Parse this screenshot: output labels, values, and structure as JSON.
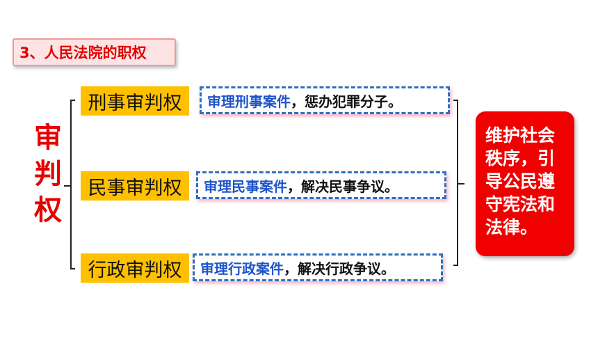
{
  "section_title": "3、人民法院的职权",
  "main_label": [
    "审",
    "判",
    "权"
  ],
  "powers": [
    {
      "name": "刑事审判权",
      "desc_blue": "审理刑事案件",
      "desc_black": "，惩办犯罪分子。"
    },
    {
      "name": "民事审判权",
      "desc_blue": "审理民事案件",
      "desc_black": "，解决民事争议。"
    },
    {
      "name": "行政审判权",
      "desc_blue": "审理行政案件",
      "desc_black": "，解决行政争议。"
    }
  ],
  "role_text": "维护社会秩序，引导公民遵守宪法和法律。",
  "colors": {
    "title_red": "#e30000",
    "power_bg": "#ffc000",
    "desc_blue": "#1f55c9",
    "role_bg": "#f00000"
  }
}
